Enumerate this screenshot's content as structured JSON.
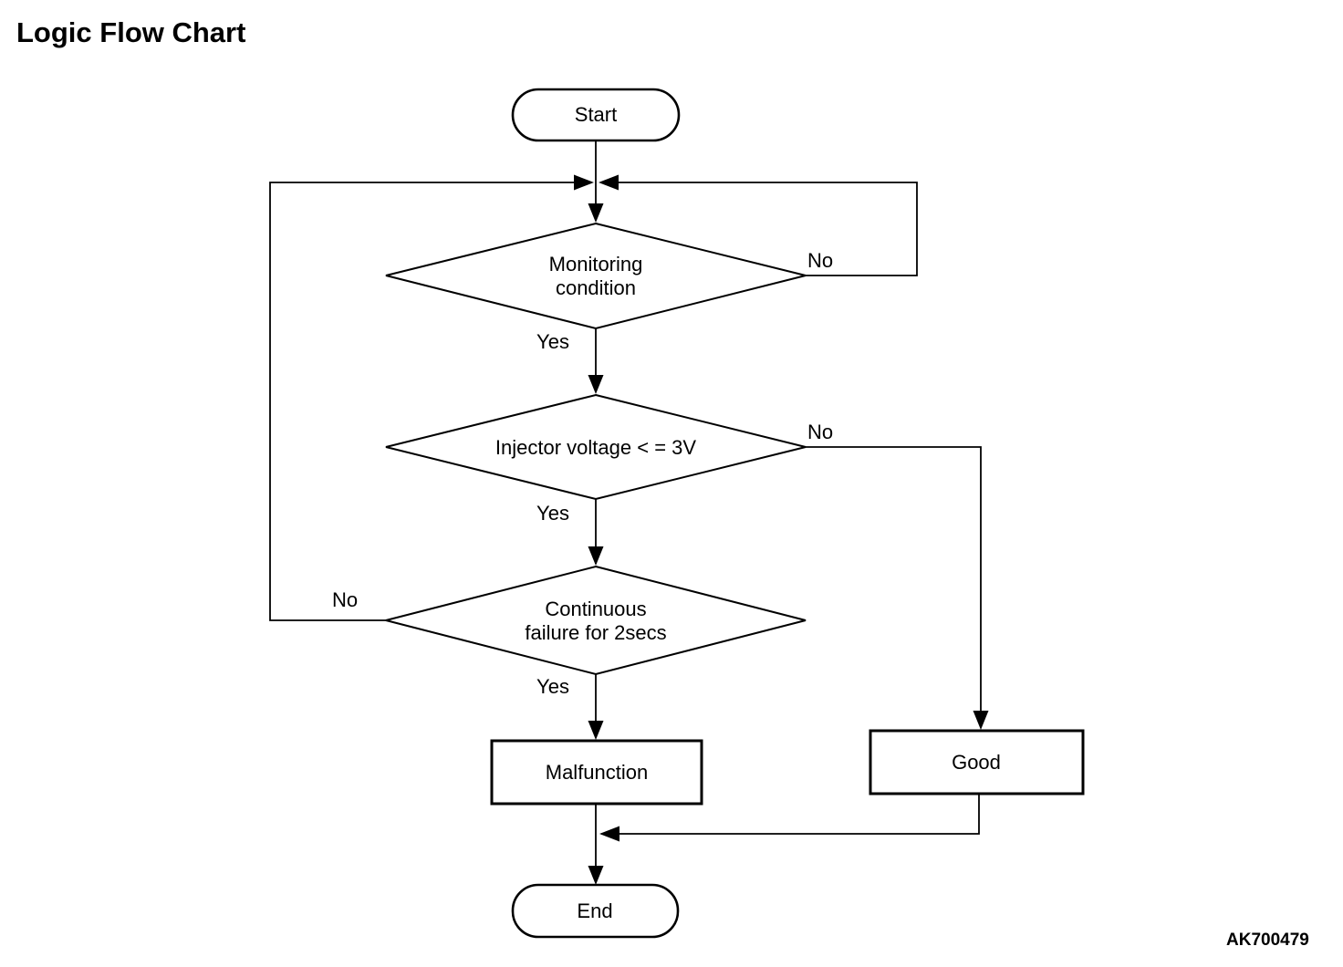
{
  "page": {
    "title": "Logic Flow Chart",
    "figure_code": "AK700479",
    "background_color": "#ffffff",
    "line_color": "#000000"
  },
  "nodes": {
    "start": {
      "type": "terminator",
      "label": "Start"
    },
    "monitoring_condition": {
      "type": "decision",
      "label": "Monitoring\ncondition"
    },
    "injector_voltage": {
      "type": "decision",
      "label": "Injector voltage < = 3V"
    },
    "continuous_failure": {
      "type": "decision",
      "label": "Continuous\nfailure for 2secs"
    },
    "malfunction": {
      "type": "process",
      "label": "Malfunction"
    },
    "good": {
      "type": "process",
      "label": "Good"
    },
    "end": {
      "type": "terminator",
      "label": "End"
    }
  },
  "edge_labels": {
    "monitoring_yes": "Yes",
    "monitoring_no": "No",
    "injector_yes": "Yes",
    "injector_no": "No",
    "continuous_yes": "Yes",
    "continuous_no": "No"
  },
  "edges": [
    {
      "from": "start",
      "to": "monitoring_condition",
      "label": ""
    },
    {
      "from": "monitoring_condition",
      "to": "injector_voltage",
      "label": "Yes"
    },
    {
      "from": "monitoring_condition",
      "to": "monitoring_condition",
      "label": "No"
    },
    {
      "from": "injector_voltage",
      "to": "continuous_failure",
      "label": "Yes"
    },
    {
      "from": "injector_voltage",
      "to": "good",
      "label": "No"
    },
    {
      "from": "continuous_failure",
      "to": "malfunction",
      "label": "Yes"
    },
    {
      "from": "continuous_failure",
      "to": "monitoring_condition",
      "label": "No"
    },
    {
      "from": "malfunction",
      "to": "end",
      "label": ""
    },
    {
      "from": "good",
      "to": "end",
      "label": ""
    }
  ]
}
